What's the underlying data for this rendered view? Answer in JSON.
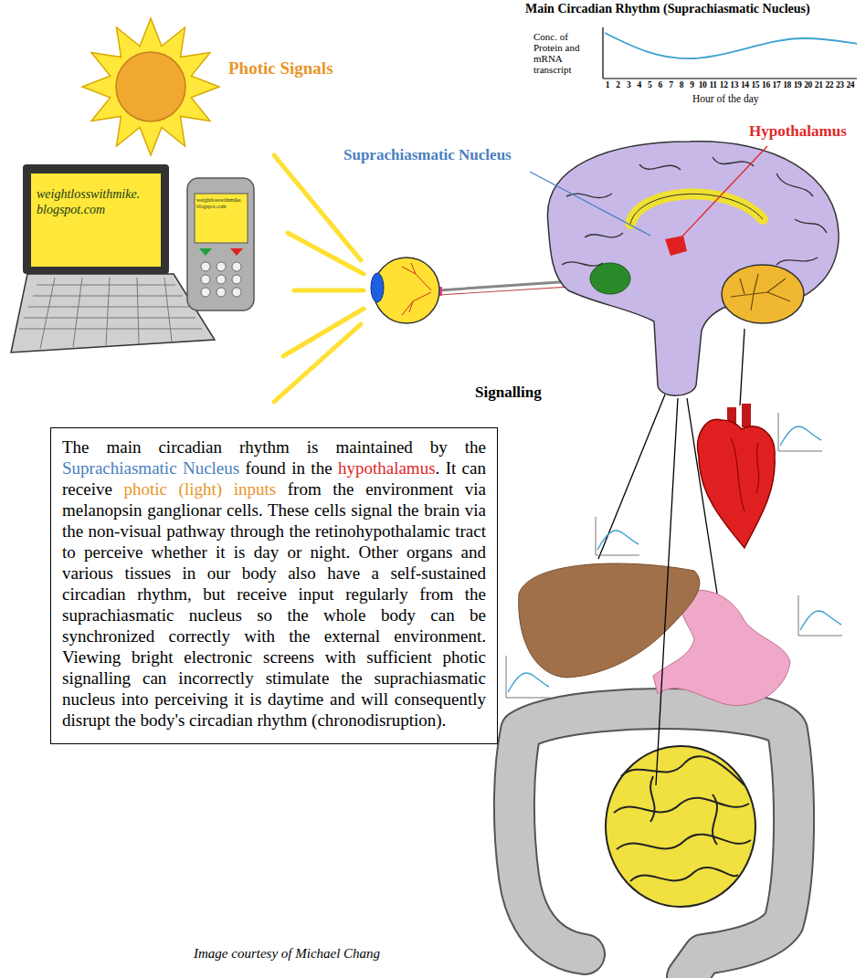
{
  "diagram": {
    "caption": "Image courtesy of Michael Chang",
    "nodes": [
      {
        "text": [
          "The main circadian rhythm is maintained by the Suprachiasmatic Nucleus found in the hypothalamus. It can receive photic (light) inputs from the environment via melanopsin ganglionar cells. These cells signal the brain via the non-visual pathway through the retinohypothalamic tract to perceive whether it is day or night. Other organs and various tissues in our body also have a self-sustained circadian rhythm, but receive input regularly from the suprachiasmatic nucleus so the whole body can be synchronized correctly with the external environment. Viewing bright electronic screens with sufficient photic signalling can incorrectly stimulate the suprachiasmatic nucleus into perceiving it is daytime and will consequently disrupt the body's circadian rhythm (chronodisruption)."
        ]
      }
    ],
    "labels": [
      "Main Circadian Rhythm (Suprachiasmatic Nucleus)",
      "Conc. of Protein and mRNA transcript",
      "1",
      "2",
      "3",
      "4",
      "5",
      "6",
      "7",
      "8",
      "9",
      "10",
      "11",
      "12",
      "13",
      "14",
      "15",
      "16",
      "17",
      "18",
      "19",
      "20",
      "21",
      "22",
      "23",
      "24",
      "Hour of the day",
      "Photic Signals",
      "weightlosswithmike. blogspot.com",
      "weightlosswithmike. blogspot.com",
      "Suprachiasmatic Nucleus",
      "Hypothalamus",
      "Signalling"
    ]
  }
}
